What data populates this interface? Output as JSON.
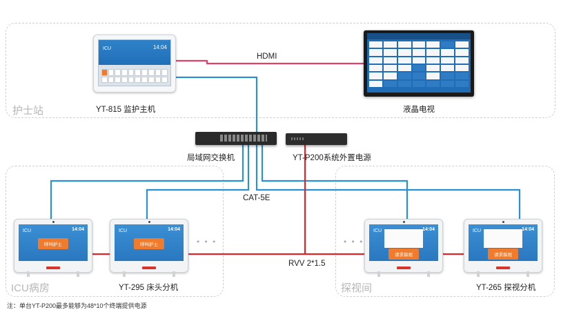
{
  "zones": {
    "nurse_station": "护士站",
    "icu_ward": "ICU病房",
    "visit_room": "探视间"
  },
  "devices": {
    "host": {
      "label": "YT-815 监护主机",
      "screen_title": "ICU",
      "screen_time": "14:04"
    },
    "tv": {
      "label": "液晶电视"
    },
    "switch": {
      "label": "局域网交换机"
    },
    "power": {
      "label": "YT-P200系统外置电源"
    },
    "bed_unit": {
      "label": "YT-295 床头分机",
      "screen_title": "ICU",
      "screen_time": "14:04",
      "button": "呼叫护士"
    },
    "visit_unit": {
      "label": "YT-265 探视分机",
      "screen_title": "ICU",
      "screen_time": "14:04",
      "button": "请求探视"
    }
  },
  "cables": {
    "hdmi": "HDMI",
    "cat5e": "CAT-5E",
    "rvv": "RVV 2*1.5"
  },
  "colors": {
    "network_cable": "#2b8fd6",
    "power_cable": "#e0242a",
    "hdmi_cable": "#e0406a"
  },
  "footnote": "注：单台YT-P200最多能够为48*10个终端提供电源"
}
